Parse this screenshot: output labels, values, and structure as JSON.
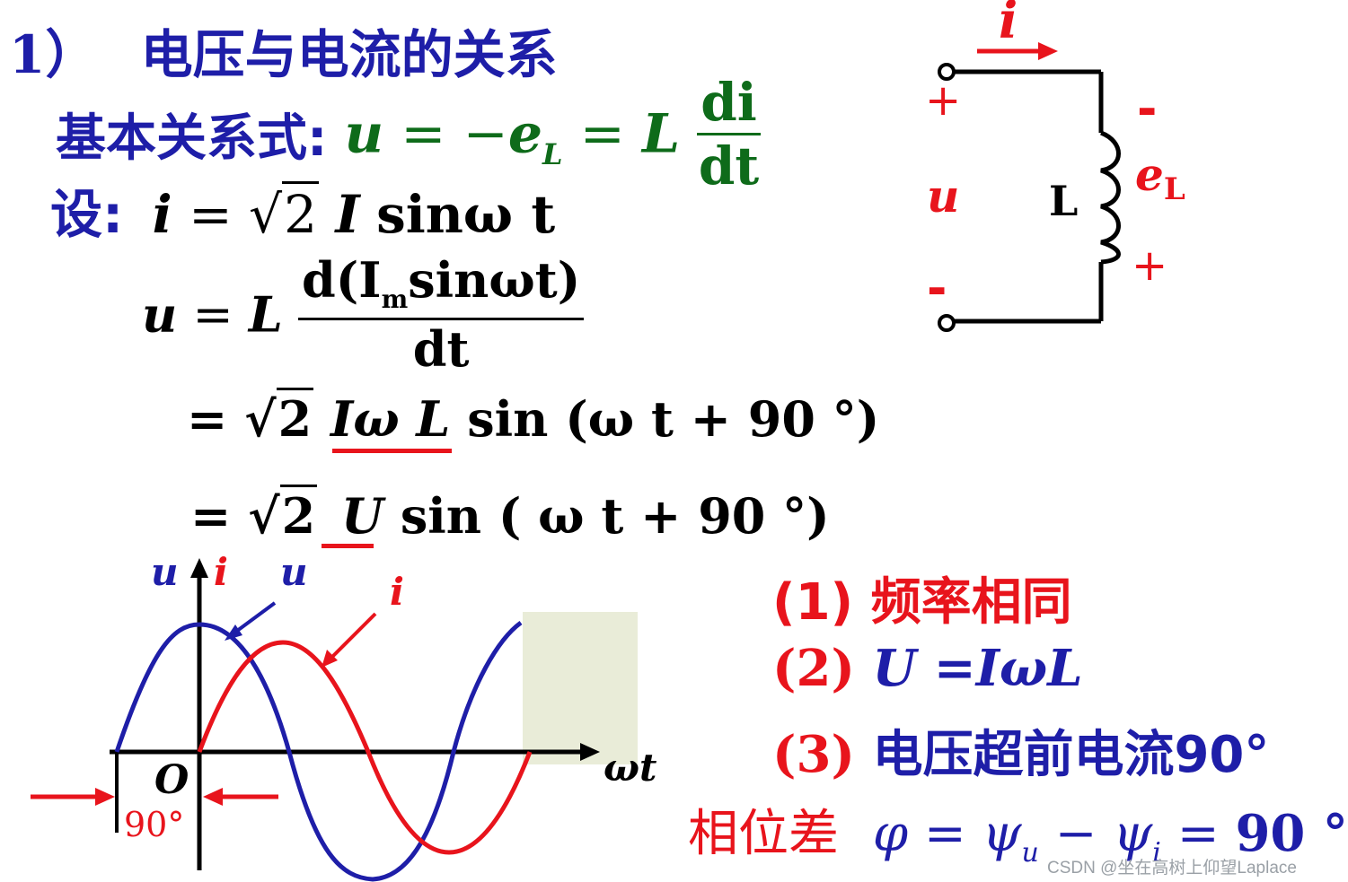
{
  "section": {
    "number": "1）",
    "title": "电压与电流的关系"
  },
  "basic": {
    "label": "基本关系式:",
    "lhs": "u",
    "eq": "=",
    "neg": "−",
    "e": "e",
    "e_sub": "L",
    "eq2": "=",
    "L": "L",
    "di": "di",
    "dt": "dt"
  },
  "assume": {
    "label": "设:",
    "expr_i": "i",
    "eq": "=",
    "sqrt_sym": "√",
    "two": "2",
    "I": "I",
    "sinwt": "sinω t"
  },
  "step1": {
    "u": "u",
    "eq": "=",
    "L": "L",
    "num": "d(I",
    "num_sub": "m",
    "num_rest": "sinωt)",
    "den": "dt"
  },
  "step2": {
    "eq": "=",
    "sqrt_sym": "√",
    "two": "2",
    "IwL": "Iω L",
    "rest": "sin (ω  t + 90 °)"
  },
  "step3": {
    "eq": "=",
    "sqrt_sym": "√",
    "two": "2",
    "U": "U",
    "rest": "sin ( ω t + 90 °)"
  },
  "circuit": {
    "i": "i",
    "plus_left": "+",
    "minus_left": "-",
    "u": "u",
    "L": "L",
    "e": "e",
    "e_sub": "L",
    "minus_right": "-",
    "plus_right": "+"
  },
  "graph": {
    "axis_u": "u",
    "axis_i": "i",
    "curve_u": "u",
    "curve_i": "i",
    "origin": "O",
    "wt": "ωt",
    "phase": "90°"
  },
  "notes": {
    "n1": "(1) 频率相同",
    "n2_prefix": "(2)",
    "n2_expr": "U =IωL",
    "n3_prefix": "(3)",
    "n3_text": "电压超前电流90°"
  },
  "phase_diff": {
    "label": "相位差",
    "phi": "φ",
    "eq": "=",
    "psi_u": "ψ",
    "sub_u": "u",
    "minus": "−",
    "psi_i": "ψ",
    "sub_i": "i",
    "eq2": "=",
    "value": "90 °"
  },
  "watermark": "CSDN @坐在高树上仰望Laplace",
  "colors": {
    "blue": "#1e1ea8",
    "green": "#0e6b1a",
    "red": "#e8141c",
    "black": "#000000"
  }
}
